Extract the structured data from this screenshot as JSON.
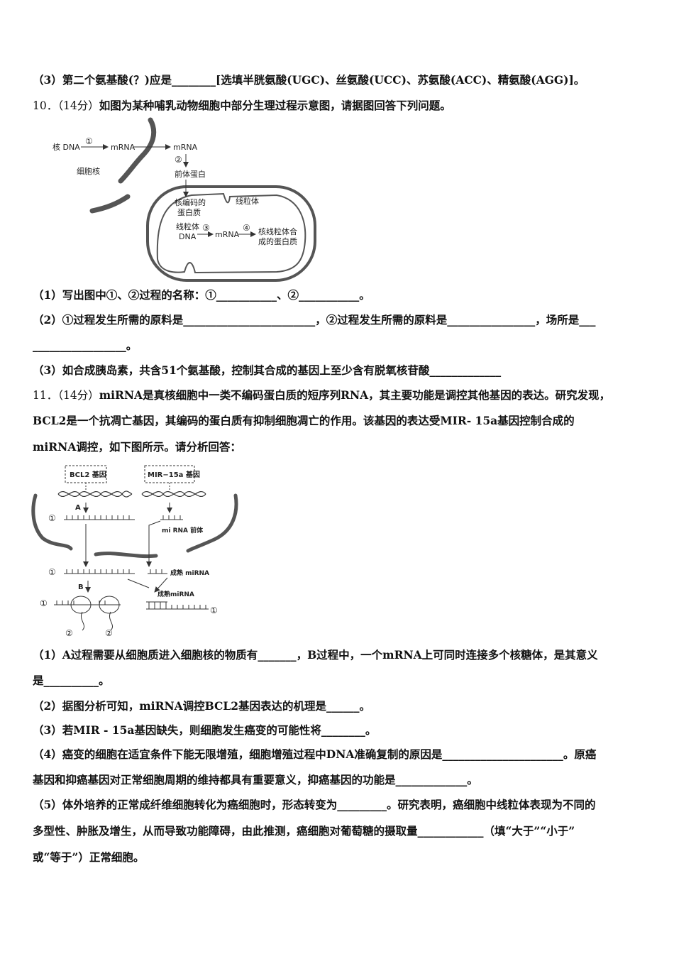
{
  "lines": {
    "l01": "（3）第二个氨基酸(？)应是________[选填半胱氨酸(UGC)、丝氨酸(UCC)、苏氨酸(ACC)、精氨酸(AGG)]。",
    "q10_num": "10．（14分）",
    "q10_text": "如图为某种哺乳动物细胞中部分生理过程示意图，请据图回答下列问题。",
    "l03": "（1）写出图中①、②过程的名称：①___________、②___________。",
    "l04": "（2）①过程发生所需的原料是________________________，②过程发生所需的原料是________________，场所是___",
    "l05": "_________________。",
    "l06": "（3）如合成胰岛素，共含51个氨基酸，控制其合成的基因上至少含有脱氧核苷酸_____________",
    "q11_num": "11．（14分）",
    "q11_text": "miRNA是真核细胞中一类不编码蛋白质的短序列RNA，其主要功能是调控其他基因的表达。研究发现，",
    "l08": "BCL2是一个抗凋亡基因，其编码的蛋白质有抑制细胞凋亡的作用。该基因的表达受MIR- 15a基因控制合成的",
    "l09": "miRNA调控，如下图所示。请分析回答：",
    "l10": "（1）A过程需要从细胞质进入细胞核的物质有_______，B过程中，一个mRNA上可同时连接多个核糖体，是其意义",
    "l11": "是__________。",
    "l12": "（2）据图分析可知，miRNA调控BCL2基因表达的机理是______。",
    "l13": "（3）若MIR - 15a基因缺失，则细胞发生癌变的可能性将________。",
    "l14": "（4）癌变的细胞在适宜条件下能无限增殖，细胞增殖过程中DNA准确复制的原因是______________________。原癌",
    "l15": "基因和抑癌基因对正常细胞周期的维持都具有重要意义，抑癌基因的功能是_____________。",
    "l16": "（5）体外培养的正常成纤维细胞转化为癌细胞时，形态转变为_________。研究表明，癌细胞中线粒体表现为不同的",
    "l17": "多型性、肿胀及增生，从而导致功能障碍，由此推测，癌细胞对葡萄糖的摄取量____________（填“大于”“小于”",
    "l18": "或“等于”）正常细胞。"
  },
  "fig1": {
    "nuclear_dna": "核 DNA",
    "step1": "①",
    "mrna_a": "mRNA",
    "mrna_b": "mRNA",
    "step2": "②",
    "precursor": "前体蛋白",
    "nucleus": "细胞核",
    "mito": "线粒体",
    "nuc_encoded_1": "核编码的",
    "nuc_encoded_2": "蛋白质",
    "mito_dna_1": "线粒体",
    "mito_dna_2": "DNA",
    "step3": "③",
    "mrna_c": "mRNA",
    "step4": "④",
    "mito_protein_1": "核线粒体合",
    "mito_protein_2": "成的蛋白质"
  },
  "fig2": {
    "bcl2_gene": "BCL2 基因",
    "mir_gene": "MIR−15a 基因",
    "label_a": "A",
    "label_b": "B",
    "mark1": "①",
    "mark2": "②",
    "mirna_precursor": "mi RNA 前体",
    "mature_mirna_1": "成熟 miRNA",
    "mature_mirna_2": "成熟miRNA"
  }
}
